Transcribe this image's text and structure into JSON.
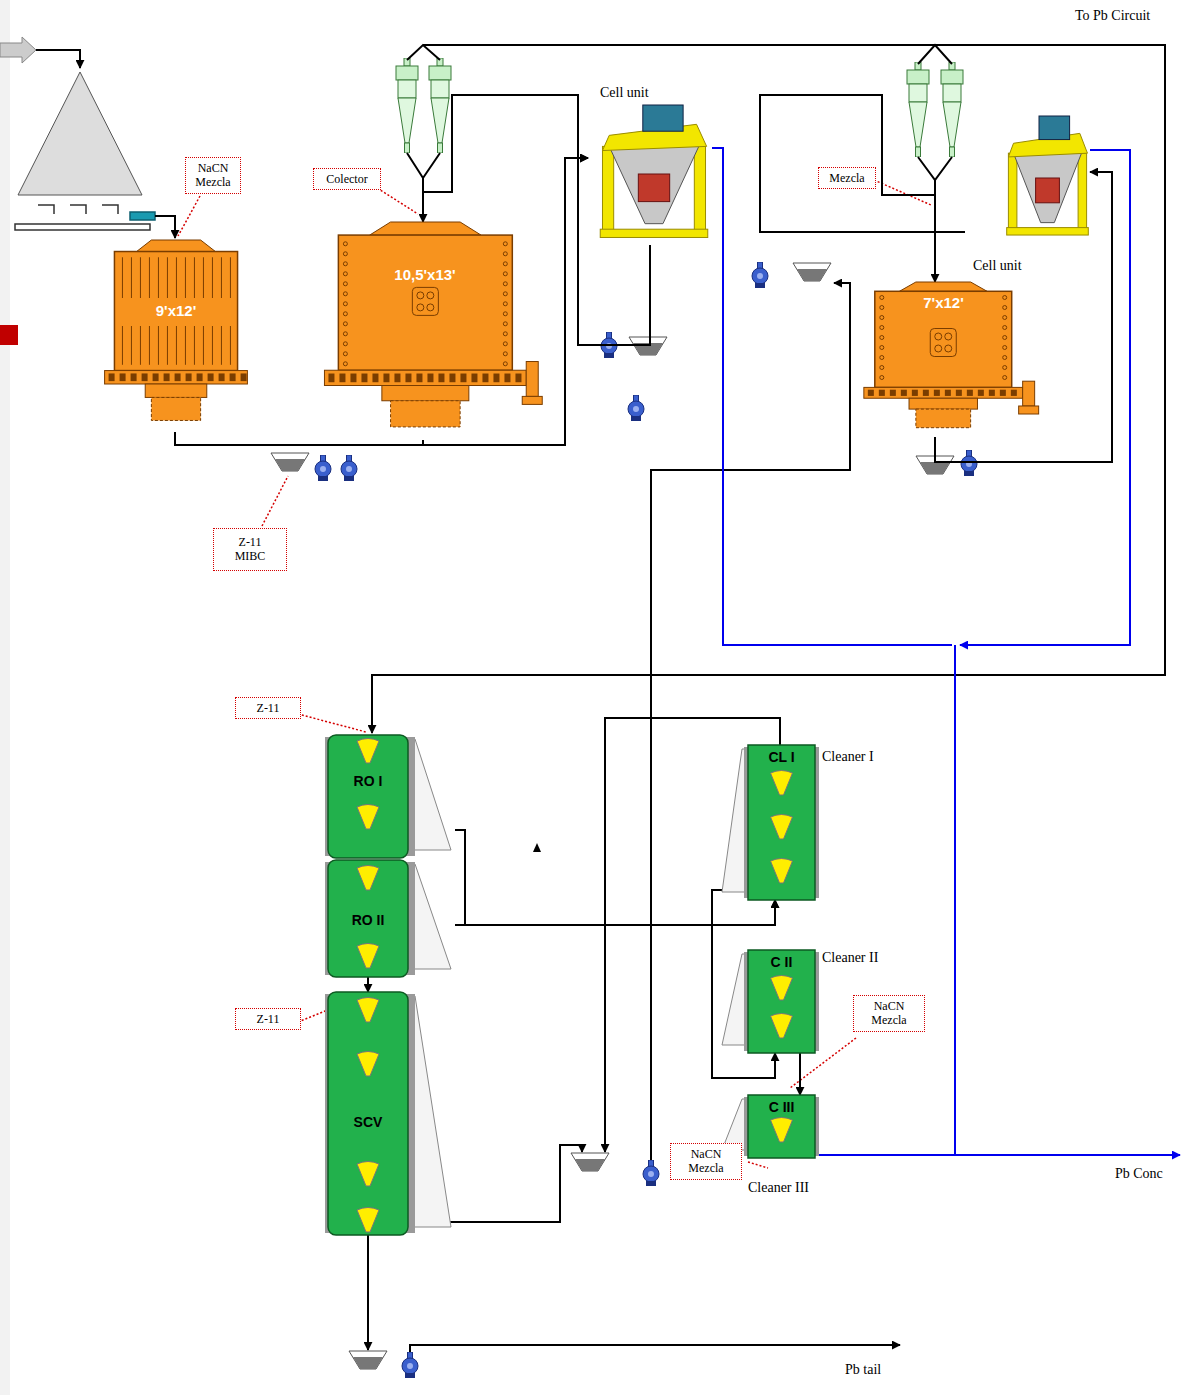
{
  "diagram": {
    "nodes": [
      {
        "text": [
          "9'x12'"
        ]
      },
      {
        "text": [
          "10,5'x13'"
        ]
      },
      {
        "text": [
          "Cell unit"
        ]
      },
      {
        "text": [
          "Cell unit"
        ]
      },
      {
        "text": [
          "7'x12'"
        ]
      },
      {
        "text": [
          "RO I"
        ]
      },
      {
        "text": [
          "RO II"
        ]
      },
      {
        "text": [
          "SCV"
        ]
      },
      {
        "text": [
          "CL I",
          "Cleaner I"
        ]
      },
      {
        "text": [
          "C II",
          "Cleaner II"
        ]
      },
      {
        "text": [
          "C III",
          "Cleaner III"
        ]
      }
    ],
    "edges": [
      {
        "from": 0,
        "to": 2,
        "arrow": "to"
      },
      {
        "from": 1,
        "to": 2,
        "arrow": "to"
      },
      {
        "from": 2,
        "to": 1,
        "arrow": "to"
      },
      {
        "from": 4,
        "to": 3,
        "arrow": "to"
      },
      {
        "from": 3,
        "to": 4,
        "arrow": "to"
      },
      {
        "from": 6,
        "to": 7,
        "arrow": "to"
      },
      {
        "from": 5,
        "to": 8,
        "arrow": "to"
      },
      {
        "from": 6,
        "to": 8,
        "arrow": "to"
      },
      {
        "from": 8,
        "to": 9,
        "arrow": "to"
      },
      {
        "from": 9,
        "to": 10,
        "arrow": "to"
      }
    ],
    "labels": [
      "NaCN Mezcla",
      "Colector",
      "Z-11 MIBC",
      "Mezcla",
      "To Pb Circuit",
      "Z-11",
      "Z-11",
      "NaCN Mezcla",
      "NaCN Mezcla",
      "Pb Conc",
      "Pb tail"
    ]
  }
}
